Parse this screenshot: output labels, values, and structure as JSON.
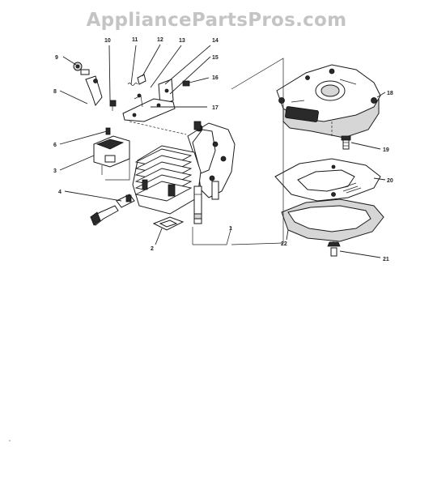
{
  "watermark": "AppliancePartsPros.com",
  "callouts": {
    "c1": "1",
    "c2": "2",
    "c3": "3",
    "c4": "4",
    "c6": "6",
    "c8": "8",
    "c9": "9",
    "c10": "10",
    "c11": "11",
    "c12": "12",
    "c13": "13",
    "c14": "14",
    "c15": "15",
    "c16": "16",
    "c17": "17",
    "c18": "18",
    "c19": "19",
    "c20": "20",
    "c21": "21",
    "c22": "22"
  }
}
